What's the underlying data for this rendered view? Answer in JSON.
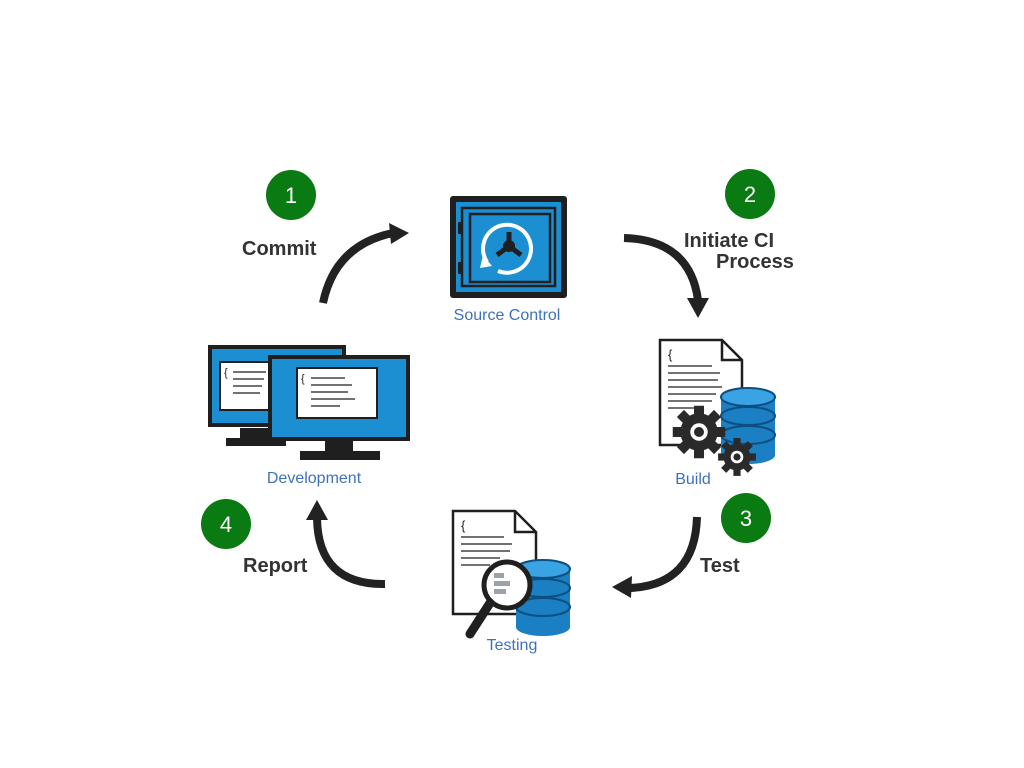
{
  "colors": {
    "badge": "#0a7a12",
    "badge_text": "#ffffff",
    "accent_blue": "#1b8fd2",
    "label_blue": "#3d72bb",
    "arrow": "#222222",
    "step_text": "#333333"
  },
  "nodes": {
    "source_control": {
      "label": "Source Control",
      "icon": "vault-icon"
    },
    "build": {
      "label": "Build",
      "icon": "document-gears-database-icon"
    },
    "testing": {
      "label": "Testing",
      "icon": "document-magnifier-database-icon"
    },
    "development": {
      "label": "Development",
      "icon": "dual-monitor-code-icon"
    }
  },
  "steps": [
    {
      "number": "1",
      "label": "Commit"
    },
    {
      "number": "2",
      "label_line1": "Initiate CI",
      "label_line2": "Process"
    },
    {
      "number": "3",
      "label": "Test"
    },
    {
      "number": "4",
      "label": "Report"
    }
  ]
}
